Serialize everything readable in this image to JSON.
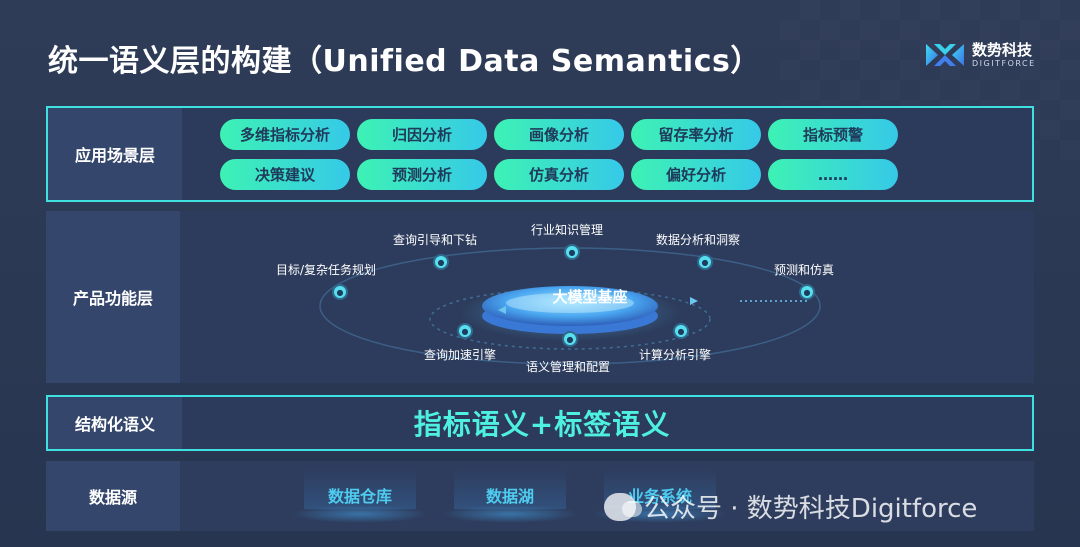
{
  "title": "统一语义层的构建（Unified Data Semantics）",
  "logo": {
    "name_cn": "数势科技",
    "name_en": "DIGITFORCE"
  },
  "layers": {
    "application": {
      "label": "应用场景层",
      "items": [
        "多维指标分析",
        "归因分析",
        "画像分析",
        "留存率分析",
        "指标预警",
        "决策建议",
        "预测分析",
        "仿真分析",
        "偏好分析",
        "……"
      ]
    },
    "product": {
      "label": "产品功能层",
      "core": "大模型基座",
      "features": {
        "f1": "目标/复杂任务规划",
        "f2": "查询引导和下钻",
        "f3": "行业知识管理",
        "f4": "数据分析和洞察",
        "f5": "预测和仿真",
        "f6": "查询加速引擎",
        "f7": "语义管理和配置",
        "f8": "计算分析引擎"
      }
    },
    "structured": {
      "label": "结构化语义",
      "text": "指标语义+标签语义"
    },
    "source": {
      "label": "数据源",
      "items": [
        "数据仓库",
        "数据湖",
        "业务系统"
      ]
    }
  },
  "watermark": "公众号 · 数势科技Digitforce",
  "colors": {
    "accent": "#3fe0e0",
    "chip_start": "#3df2b4",
    "chip_end": "#36c9e8",
    "semantic_text": "#4ef0e0"
  }
}
